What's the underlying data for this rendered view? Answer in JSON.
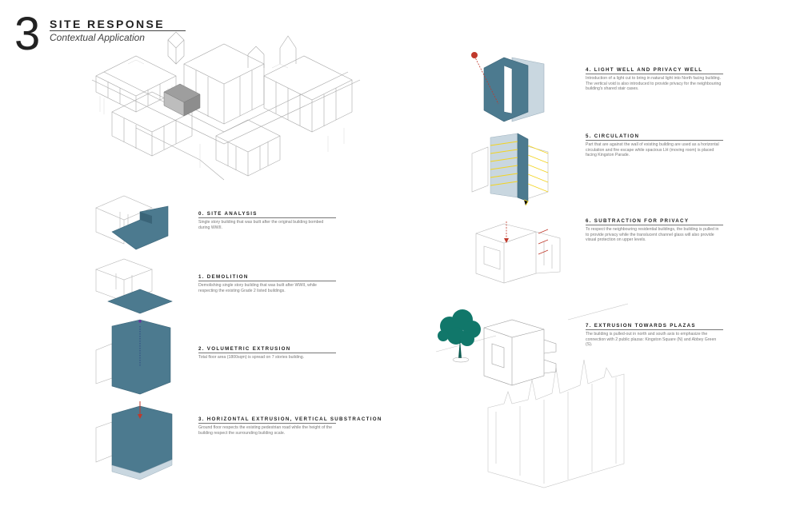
{
  "header": {
    "number": "3",
    "title": "SITE RESPONSE",
    "subtitle": "Contextual Application"
  },
  "colors": {
    "teal": "#4c7a8f",
    "teal_dark": "#3a6478",
    "light_blue": "#c9d7e0",
    "tree_green": "#11776a",
    "accent_red": "#c0392b",
    "accent_yellow": "#f2d320",
    "line_gray": "#b7b7b7"
  },
  "steps": [
    {
      "title": "0. SITE ANALYSIS",
      "desc": "Single story building that was built after the original building bombed during WWII."
    },
    {
      "title": "1. DEMOLITION",
      "desc": "Demolishing single story building that was built after WWII, while respecting the existing Grade 2 listed buildings."
    },
    {
      "title": "2. VOLUMETRIC EXTRUSION",
      "desc": "Total floor area (1800sqm) is spread on 7 stories building."
    },
    {
      "title": "3. HORIZONTAL EXTRUSION, VERTICAL SUBSTRACTION",
      "desc": "Ground floor respects the existing pedestrian road while the height of the building respect the surrounding building scale."
    },
    {
      "title": "4. LIGHT WELL AND PRIVACY WELL",
      "desc": "Introduction of a light cut to bring in natural light into North facing building. The vertical void is also introduced to provide privacy for the neighbouring building's shared stair cases."
    },
    {
      "title": "5. CIRCULATION",
      "desc": "Part that are against the wall of existing building are used as a horizontal circulation and fire escape while spacious LH (moving room) is placed facing Kingston Parade."
    },
    {
      "title": "6. SUBTRACTION FOR PRIVACY",
      "desc": "To respect the neighbouring residential buildings, the building is pulled in to provide privacy while the translucent channel glass will also provide visual protection on upper levels."
    },
    {
      "title": "7. EXTRUSION TOWARDS PLAZAS",
      "desc": "The building is pulled-out in north and south axis to emphasize the connection with 2 public plazas: Kingston Square (N) and Abbey Green (S)."
    }
  ]
}
